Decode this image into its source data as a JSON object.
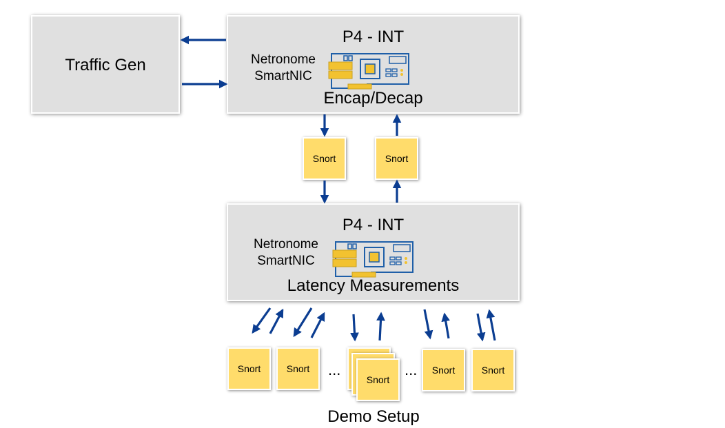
{
  "traffic_gen": {
    "label": "Traffic Gen"
  },
  "top_box": {
    "title": "P4 - INT",
    "nic_line1": "Netronome",
    "nic_line2": "SmartNIC",
    "function": "Encap/Decap"
  },
  "mid_snorts": {
    "left": "Snort",
    "right": "Snort"
  },
  "bottom_box": {
    "title": "P4 - INT",
    "nic_line1": "Netronome",
    "nic_line2": "SmartNIC",
    "function": "Latency Measurements"
  },
  "bottom_snorts": {
    "s1": "Snort",
    "s2": "Snort",
    "ellipsis1": "...",
    "stack_front": "Snort",
    "ellipsis2": "...",
    "s4": "Snort",
    "s5": "Snort"
  },
  "caption": "Demo Setup",
  "colors": {
    "box": "#e0e0e0",
    "snort": "#ffdc6b",
    "arrow": "#0b3d91",
    "nic_outline": "#1f5fa8",
    "nic_accent": "#f2c230"
  }
}
